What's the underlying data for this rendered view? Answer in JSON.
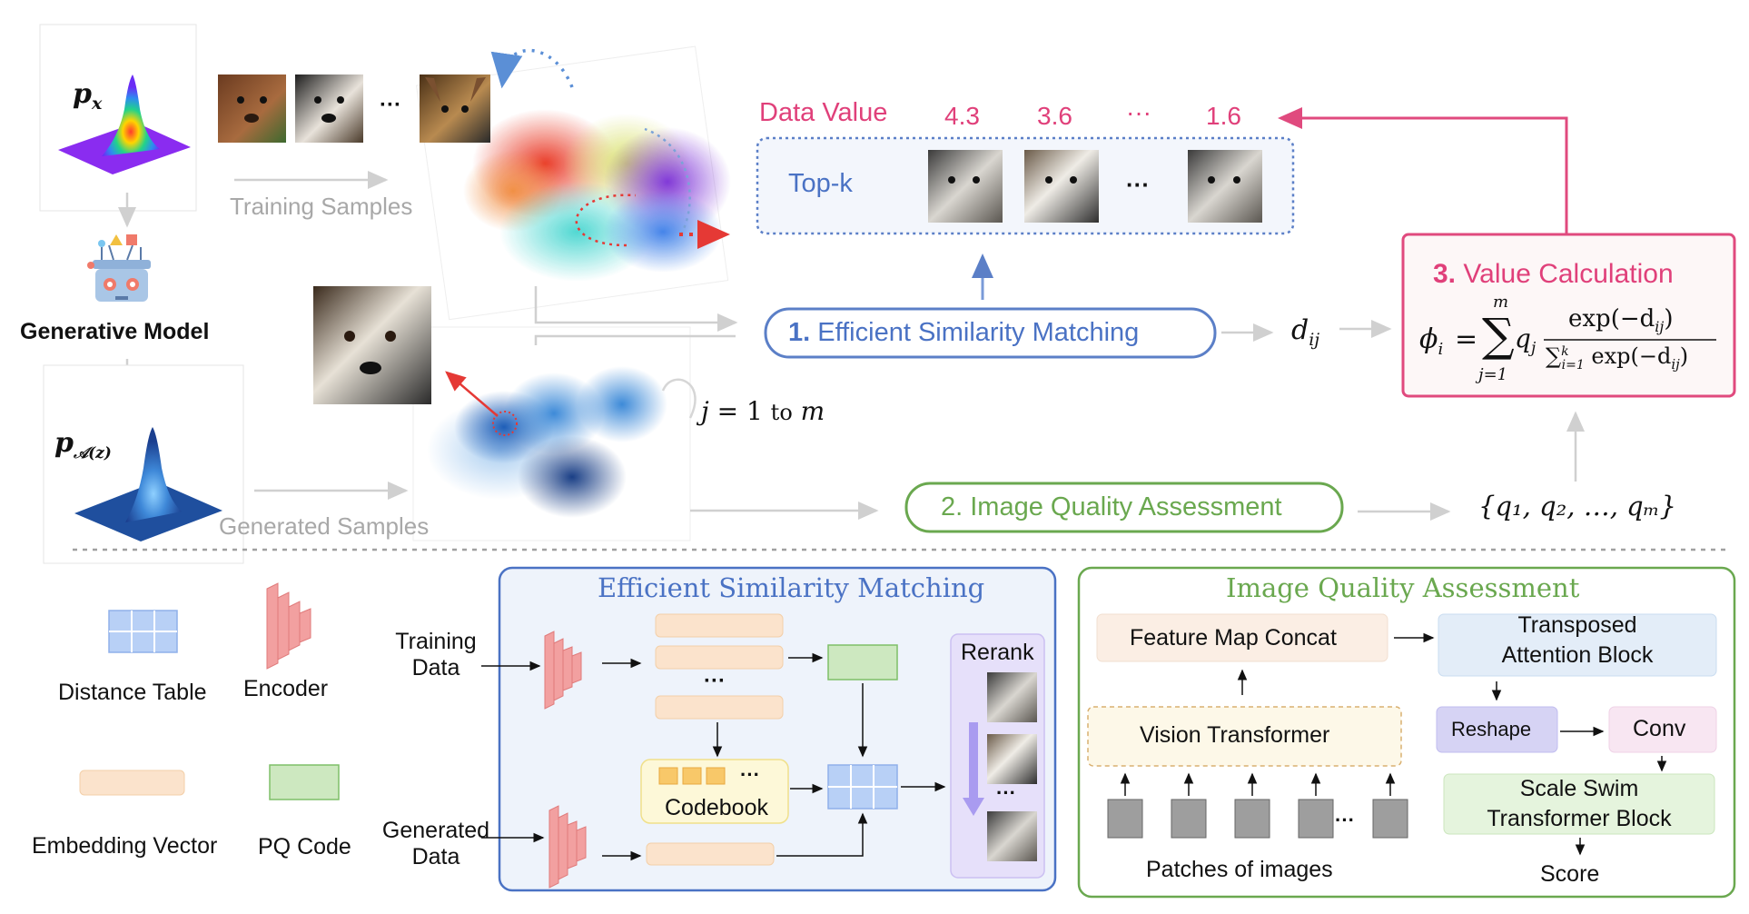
{
  "top": {
    "px_label": "p",
    "px_sub": "x",
    "pa_label": "p",
    "pa_sub": "𝒜(z)",
    "generative_model": "Generative Model",
    "training_samples": "Training Samples",
    "generated_samples": "Generated Samples",
    "ellipsis": "···",
    "data_value_label": "Data Value",
    "data_values": [
      "4.3",
      "3.6",
      "···",
      "1.6"
    ],
    "topk_label": "Top-k",
    "step1_num": "1.",
    "step1_text": "Efficient Similarity Matching",
    "step2_text": "2. Image Quality Assessment",
    "step3_num": "3.",
    "step3_text": "Value Calculation",
    "dij": "d",
    "dij_sub": "ij",
    "loop_label_j": "j",
    "loop_label_eq": " = 1 ",
    "loop_label_to": "to",
    "loop_label_m": " m",
    "q_set": "{q₁, q₂, …, qₘ}",
    "formula_phi": "ϕ",
    "formula_i": "i",
    "formula_eq": "=",
    "formula_sum_top": "m",
    "formula_sum_bottom": "j=1",
    "formula_q": "q",
    "formula_qj": "j",
    "formula_num": "exp(−d",
    "formula_num_sub": "ij",
    "formula_num_end": ")",
    "formula_den": "∑",
    "formula_den_sup": "k",
    "formula_den_sub": "i=1",
    "formula_den_rest": " exp(−d",
    "formula_den_end": ")"
  },
  "legend": {
    "distance_table": "Distance Table",
    "encoder": "Encoder",
    "embedding_vector": "Embedding Vector",
    "pq_code": "PQ Code"
  },
  "esm_panel": {
    "title": "Efficient Similarity Matching",
    "training_data_1": "Training",
    "training_data_2": "Data",
    "generated_data_1": "Generated",
    "generated_data_2": "Data",
    "codebook": "Codebook",
    "rerank": "Rerank",
    "ellipsis": "···"
  },
  "iqa_panel": {
    "title": "Image Quality Assessment",
    "feature_map_concat": "Feature Map Concat",
    "transposed_1": "Transposed",
    "transposed_2": "Attention Block",
    "vision_transformer": "Vision Transformer",
    "reshape": "Reshape",
    "conv": "Conv",
    "scale_swim_1": "Scale Swim",
    "scale_swim_2": "Transformer Block",
    "patches": "Patches of images",
    "score": "Score",
    "ellipsis": "···"
  },
  "colors": {
    "blue_accent": "#4a72c4",
    "pink_accent": "#e0407a",
    "green_accent": "#6aa84f",
    "gray_arrow": "#cfcfcf",
    "panel_blue_bg": "#f0f4fc",
    "panel_green_bg": "#ffffff"
  }
}
